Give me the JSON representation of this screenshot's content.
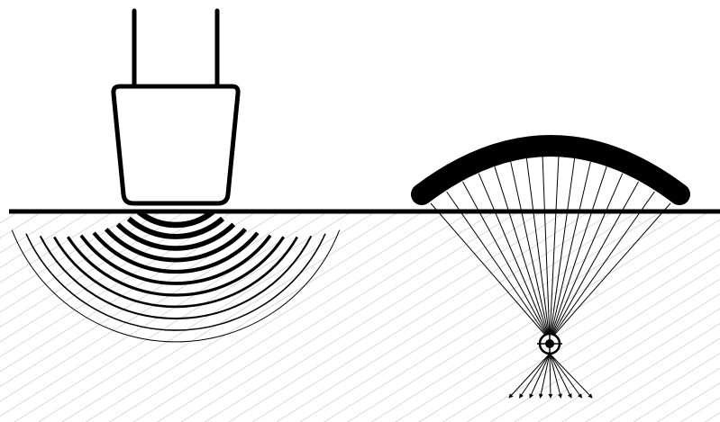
{
  "colors": {
    "background": "#ffffff",
    "ink": "#000000",
    "hatch": "#bdbdbd"
  },
  "figure": {
    "left_transducer": {
      "kind": "flat-probe",
      "icon": "ultrasound-probe-icon",
      "cable_count": 2,
      "wave_front_count": 11,
      "wave_direction": "downward-diverging"
    },
    "right_transducer": {
      "kind": "curved-array",
      "icon": "curved-array-transducer-icon",
      "ray_count": 16,
      "focal_marker": "focal-point-target-icon",
      "beam": "converging-to-focus-then-diverging"
    },
    "medium": {
      "surface": "skin-line",
      "fill": "diagonal-hatch"
    }
  }
}
